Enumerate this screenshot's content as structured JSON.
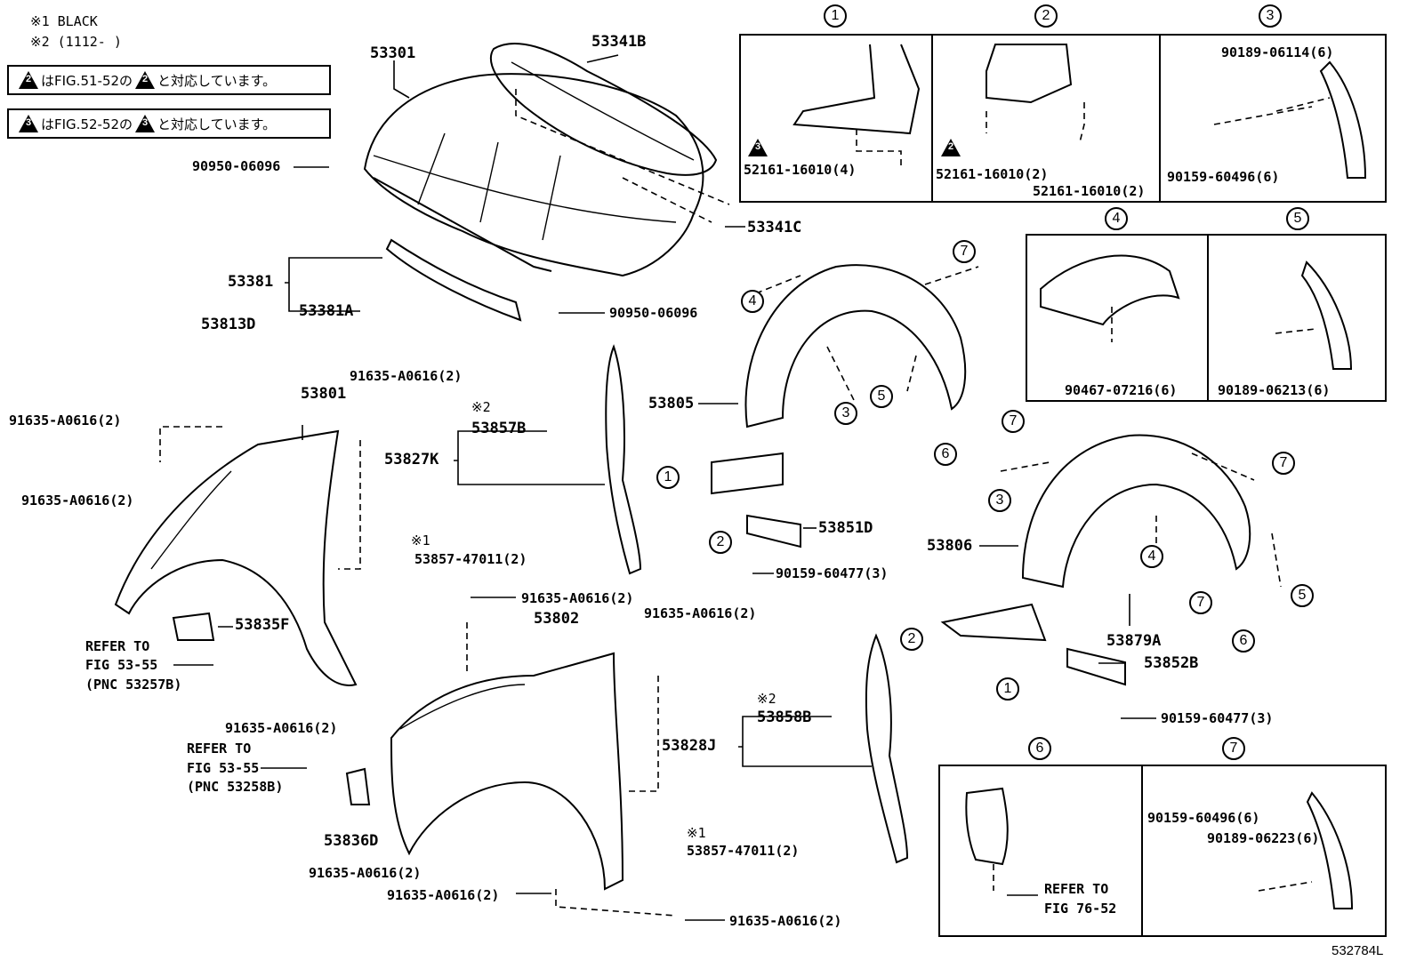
{
  "notes": {
    "note1": "※1  BLACK",
    "note2": "※2 (1112-        )"
  },
  "notices": [
    {
      "tri": "2",
      "text_a": "はFIG.51-52の",
      "text_b": "と対応しています。"
    },
    {
      "tri": "3",
      "text_a": "はFIG.52-52の",
      "text_b": "と対応しています。"
    }
  ],
  "drawing_id": "532784L",
  "labels": {
    "p53301": "53301",
    "p53341B": "53341B",
    "p53341C": "53341C",
    "p90950a": "90950-06096",
    "p90950b": "90950-06096",
    "p53381": "53381",
    "p53381A": "53381A",
    "p53813D": "53813D",
    "p53801": "53801",
    "p91635_1": "91635-A0616(2)",
    "p91635_2": "91635-A0616(2)",
    "p91635_3": "91635-A0616(2)",
    "p91635_4": "91635-A0616(2)",
    "p91635_5": "91635-A0616(2)",
    "p91635_6": "91635-A0616(2)",
    "p91635_7": "91635-A0616(2)",
    "p91635_8": "91635-A0616(2)",
    "p91635_9": "91635-A0616(2)",
    "m2a": "※2",
    "p53857B": "53857B",
    "p53827K": "53827K",
    "m1a": "※1",
    "p53857_47011a": "53857-47011(2)",
    "p53835F": "53835F",
    "refer1a": "REFER TO",
    "refer1b": "FIG 53-55",
    "refer1c": "(PNC 53257B)",
    "refer2a": "REFER TO",
    "refer2b": "FIG 53-55",
    "refer2c": "(PNC 53258B)",
    "p53836D": "53836D",
    "p53802": "53802",
    "p53805": "53805",
    "p53851D": "53851D",
    "p90159_60477a": "90159-60477(3)",
    "p53806": "53806",
    "p53879A": "53879A",
    "p53852B": "53852B",
    "p90159_60477b": "90159-60477(3)",
    "m2b": "※2",
    "p53858B": "53858B",
    "p53828J": "53828J",
    "m1b": "※1",
    "p53857_47011b": "53857-47011(2)"
  },
  "insets": {
    "i1": {
      "num": "1",
      "tri": "3",
      "part": "52161-16010(4)"
    },
    "i2": {
      "num": "2",
      "tri": "2",
      "part_a": "52161-16010(2)",
      "part_b": "52161-16010(2)"
    },
    "i3": {
      "num": "3",
      "part_a": "90189-06114(6)",
      "part_b": "90159-60496(6)"
    },
    "i4": {
      "num": "4",
      "part": "90467-07216(6)"
    },
    "i5": {
      "num": "5",
      "part": "90189-06213(6)"
    },
    "i6": {
      "num": "6",
      "refer_a": "REFER TO",
      "refer_b": "FIG 76-52"
    },
    "i7": {
      "num": "7",
      "part_a": "90159-60496(6)",
      "part_b": "90189-06223(6)"
    }
  },
  "callouts": [
    "1",
    "2",
    "3",
    "4",
    "5",
    "6",
    "7"
  ]
}
